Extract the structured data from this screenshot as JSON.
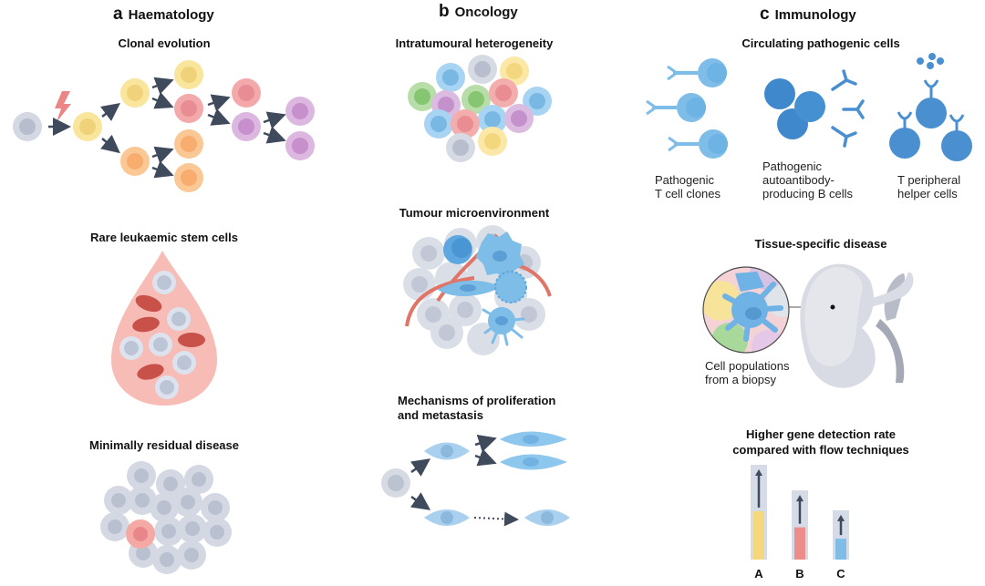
{
  "panels": {
    "a": {
      "letter": "a",
      "title": "Haematology",
      "sections": [
        {
          "title": "Clonal evolution"
        },
        {
          "title": "Rare leukaemic stem cells"
        },
        {
          "title": "Minimally residual disease"
        }
      ]
    },
    "b": {
      "letter": "b",
      "title": "Oncology",
      "sections": [
        {
          "title": "Intratumoural heterogeneity"
        },
        {
          "title": "Tumour microenvironment"
        },
        {
          "title": "Mechanisms of proliferation and metastasis"
        }
      ]
    },
    "c": {
      "letter": "c",
      "title": "Immunology",
      "sections": [
        {
          "title": "Circulating pathogenic cells",
          "groups": [
            {
              "label_line1": "Pathogenic",
              "label_line2": "T cell clones"
            },
            {
              "label_line1": "Pathogenic",
              "label_line2": "autoantibody-",
              "label_line3": "producing B cells"
            },
            {
              "label_line1": "T peripheral",
              "label_line2": "helper cells"
            }
          ]
        },
        {
          "title": "Tissue-specific disease",
          "callout_line1": "Cell populations",
          "callout_line2": "from a biopsy"
        },
        {
          "title_line1": "Higher gene detection rate",
          "title_line2": "compared with flow techniques"
        }
      ]
    }
  },
  "chart_data": {
    "type": "bar",
    "title": "Higher gene detection rate compared with flow techniques",
    "categories": [
      "A",
      "B",
      "C"
    ],
    "series": [
      {
        "name": "baseline (filled)",
        "values": [
          0.51,
          0.34,
          0.22
        ]
      },
      {
        "name": "total (background bar)",
        "values": [
          1.0,
          0.73,
          0.52
        ]
      }
    ],
    "colors": [
      "#f5d77e",
      "#ec8d8a",
      "#7fbde6"
    ],
    "annotation": "upward arrows indicating increase",
    "xlabel": "",
    "ylabel": "",
    "ylim": [
      0,
      1
    ]
  },
  "colors": {
    "grey_cell": "#c9ced9",
    "yellow_cell": "#f7e08f",
    "orange_cell": "#f8bf8a",
    "red_cell": "#ef9c9c",
    "purple_cell": "#d3a9d6",
    "green_cell": "#9fd08f",
    "blue_cell": "#8ec7ee",
    "immune_blue": "#4a90d0",
    "arrow": "#3f4a5c",
    "blood_drop": "#f4b5ae",
    "rbc": "#c9504a",
    "vessel": "#e07466"
  }
}
